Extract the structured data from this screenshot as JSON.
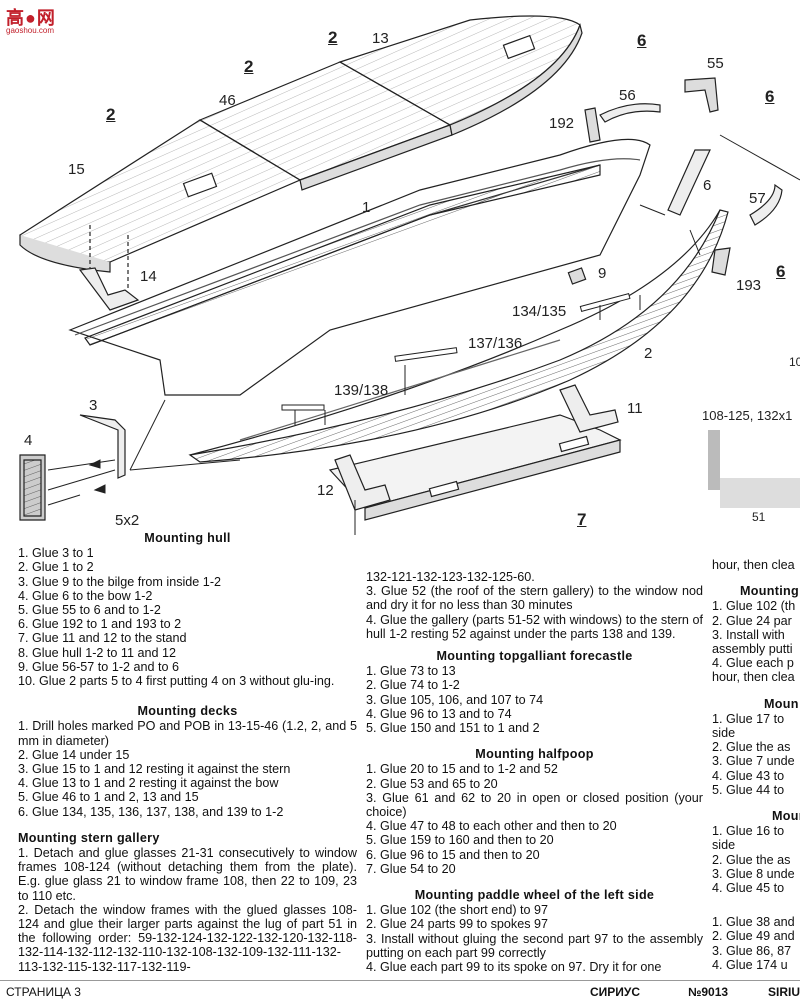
{
  "watermark": {
    "text": "高●网",
    "url": "gaoshou.com"
  },
  "drawing_labels": {
    "l2a": "2",
    "l13": "13",
    "l2b": "2",
    "l46": "46",
    "l2c": "2",
    "l15": "15",
    "l1": "1",
    "l14": "14",
    "l6a": "6",
    "l55": "55",
    "l56": "56",
    "l6b": "6",
    "l192": "192",
    "l6c": "6",
    "l57": "57",
    "l6d": "6",
    "l193": "193",
    "l9": "9",
    "l134": "134/135",
    "l2d": "2",
    "l137": "137/136",
    "l10": "10",
    "l139": "139/138",
    "l3": "3",
    "l11": "11",
    "l4": "4",
    "l108": "108-125, 132x1",
    "l5x2": "5x2",
    "l12": "12",
    "l7": "7",
    "l51": "51"
  },
  "col1": {
    "hull_title": "Mounting hull",
    "hull": [
      "1. Glue 3 to 1",
      "2. Glue 1 to 2",
      "3. Glue 9 to the bilge from inside 1-2",
      "4. Glue 6 to the bow 1-2",
      "5. Glue 55 to 6 and to 1-2",
      "6. Glue 192 to 1 and 193 to 2",
      "7. Glue 11 and 12 to the stand",
      "8. Glue hull 1-2 to 11 and 12",
      "9. Glue 56-57 to 1-2 and to 6",
      "10. Glue 2 parts 5 to 4 first putting 4 on 3 without glu-ing."
    ],
    "decks_title": "Mounting decks",
    "decks": [
      "1. Drill holes marked PO and POB in 13-15-46 (1.2, 2, and 5 mm in diameter)",
      "2. Glue 14 under 15",
      "3. Glue 15 to 1 and 12 resting it against the stern",
      "4. Glue 13 to 1 and 2 resting it against the bow",
      "5. Glue 46 to 1 and 2, 13 and 15",
      "6. Glue 134, 135, 136, 137, 138, and 139 to 1-2"
    ],
    "stern_title": "Mounting stern gallery",
    "stern": [
      "1. Detach and glue glasses 21-31 consecutively to window frames 108-124 (without detaching them from the plate). E.g. glue glass 21 to window frame 108, then 22 to 109, 23 to 110 etc.",
      "2. Detach the window frames with the glued glasses 108-124 and glue their larger parts against the lug of part 51 in the following order: 59-132-124-132-122-132-120-132-118-132-114-132-112-132-110-132-108-132-109-132-111-132-113-132-115-132-117-132-119-"
    ]
  },
  "col2": {
    "stern_cont": [
      "132-121-132-123-132-125-60.",
      "3. Glue 52 (the roof of the stern gallery) to the window nod and dry it for no less than 30 minutes",
      "4. Glue the gallery (parts 51-52 with windows) to the stern of hull 1-2 resting 52 against under the parts 138 and 139."
    ],
    "topg_title": "Mounting topgalliant forecastle",
    "topg": [
      "1. Glue 73 to 13",
      "2. Glue 74 to 1-2",
      "3. Glue 105, 106, and 107 to 74",
      "4. Glue 96 to 13 and to 74",
      "5. Glue 150 and 151 to 1 and 2"
    ],
    "half_title": "Mounting halfpoop",
    "half": [
      "1. Glue 20 to 15 and to 1-2 and 52",
      "2. Glue 53 and 65 to 20",
      "3. Glue 61 and 62 to 20 in open or closed position (your choice)",
      "4. Glue 47 to 48 to each other and then to 20",
      "5. Glue 159 to 160 and then to 20",
      "6. Glue 96 to 15 and then to 20",
      "7. Glue 54 to 20"
    ],
    "paddle_title": "Mounting paddle wheel of the left side",
    "paddle": [
      "1. Glue 102 (the short end) to 97",
      "2. Glue 24 parts 99 to spokes 97",
      "3. Install without gluing the second part 97 to the assembly putting on each part 99 correctly",
      "4. Glue each part 99 to its spoke on 97. Dry it for one"
    ]
  },
  "col3": {
    "lines_a": [
      "hour, then clea"
    ],
    "t1": "Mounting",
    "lines_b": [
      "1. Glue 102 (th",
      "2. Glue 24 par",
      "3. Install with",
      "assembly putti",
      "4. Glue each p",
      "hour, then clea"
    ],
    "t2": "Moun",
    "lines_c": [
      "1. Glue 17 to",
      "side",
      "2. Glue the as",
      "3. Glue 7 unde",
      "4. Glue 43 to",
      "5. Glue 44 to"
    ],
    "t3": "Mount",
    "lines_d": [
      "1. Glue 16 to",
      "side",
      "2. Glue the as",
      "3. Glue 8 unde",
      "4. Glue 45 to"
    ],
    "lines_e": [
      "1. Glue 38 and",
      "2. Glue 49 and",
      "3. Glue 86, 87",
      "4. Glue 174 u"
    ]
  },
  "footer": {
    "page": "СТРАНИЦА 3",
    "brand": "СИРИУС",
    "number": "№9013",
    "model": "SIRIU"
  }
}
